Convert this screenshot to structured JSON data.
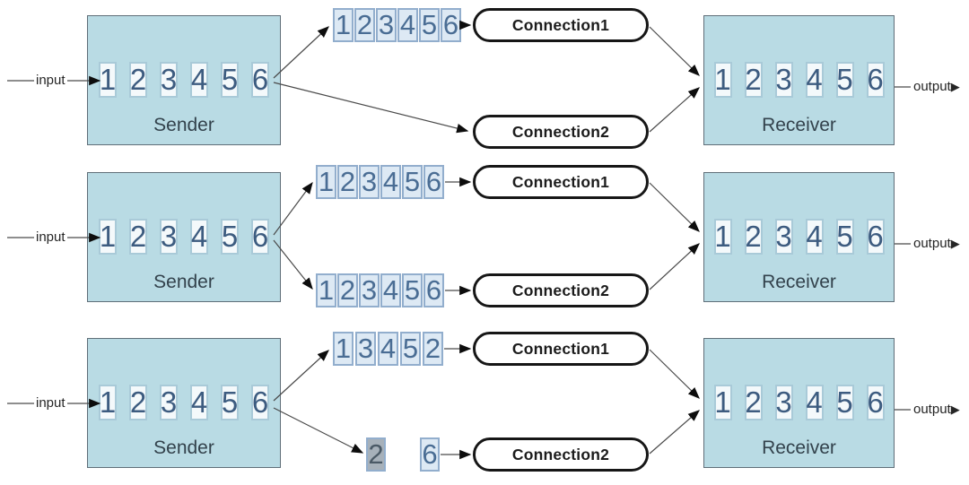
{
  "labels": {
    "input": "input",
    "output": "output",
    "output_arrow": "▶"
  },
  "colors": {
    "node_fill": "#b9dbe4",
    "node_border": "#5f6e78",
    "card_fill": "#f4f9fb",
    "card_border": "#a9cad8",
    "digit_color": "#3d5c80",
    "sequence_box_fill": "#dde9f4",
    "sequence_box_border": "#92aecd",
    "lost_box_fill": "#a7b1ba",
    "pill_border": "#161616",
    "line_color": "#4a4a4a"
  },
  "rows": [
    {
      "sender": {
        "label": "Sender",
        "digits": [
          "1",
          "2",
          "3",
          "4",
          "5",
          "6"
        ]
      },
      "receiver": {
        "label": "Receiver",
        "digits": [
          "1",
          "2",
          "3",
          "4",
          "5",
          "6"
        ]
      },
      "connection1": "Connection1",
      "connection2": "Connection2",
      "stream_top": [
        "1",
        "2",
        "3",
        "4",
        "5",
        "6"
      ],
      "stream_bottom": []
    },
    {
      "sender": {
        "label": "Sender",
        "digits": [
          "1",
          "2",
          "3",
          "4",
          "5",
          "6"
        ]
      },
      "receiver": {
        "label": "Receiver",
        "digits": [
          "1",
          "2",
          "3",
          "4",
          "5",
          "6"
        ]
      },
      "connection1": "Connection1",
      "connection2": "Connection2",
      "stream_top": [
        "1",
        "2",
        "3",
        "4",
        "5",
        "6"
      ],
      "stream_bottom": [
        "1",
        "2",
        "3",
        "4",
        "5",
        "6"
      ]
    },
    {
      "sender": {
        "label": "Sender",
        "digits": [
          "1",
          "2",
          "3",
          "4",
          "5",
          "6"
        ]
      },
      "receiver": {
        "label": "Receiver",
        "digits": [
          "1",
          "2",
          "3",
          "4",
          "5",
          "6"
        ]
      },
      "connection1": "Connection1",
      "connection2": "Connection2",
      "stream_top": [
        "1",
        "3",
        "4",
        "5",
        "2"
      ],
      "stream_bottom": [
        "2",
        "6"
      ]
    }
  ]
}
